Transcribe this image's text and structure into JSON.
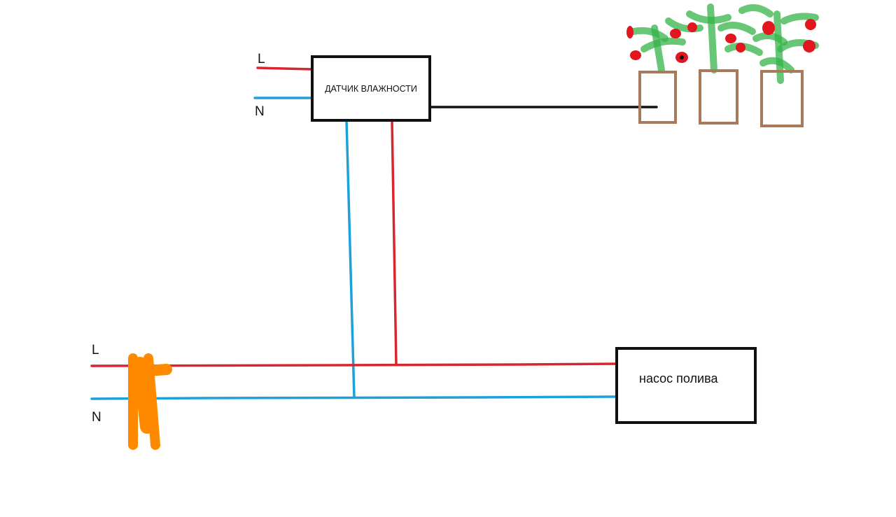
{
  "sensor": {
    "label": "ДАТЧИК ВЛАЖНОСТИ",
    "input_l_label": "L",
    "input_n_label": "N"
  },
  "mains": {
    "l_label": "L",
    "n_label": "N"
  },
  "pump": {
    "label": "насос полива"
  },
  "colors": {
    "phase_wire": "#d9262e",
    "neutral_wire": "#1ea0d8",
    "signal_wire": "#111111",
    "plug": "#ff8a00",
    "pot": "#a87a5c",
    "foliage": "#36b34a",
    "berries": "#e1161e"
  },
  "icons": {
    "plug": "power-plug-icon",
    "plants": "potted-plant-icon"
  }
}
